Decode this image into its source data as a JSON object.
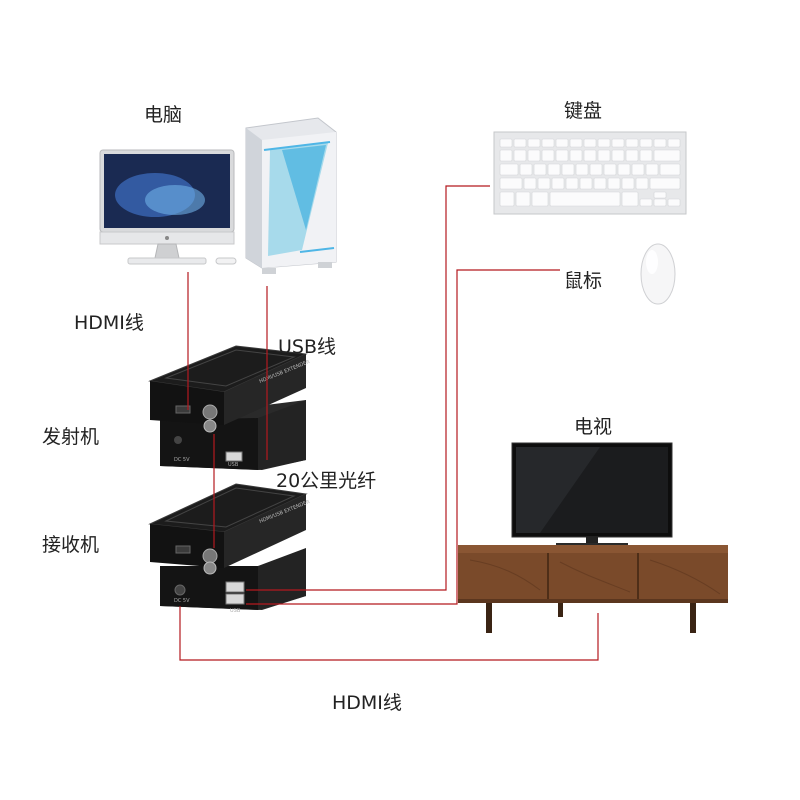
{
  "labels": {
    "computer": "电脑",
    "keyboard": "键盘",
    "mouse": "鼠标",
    "hdmi_cable_top": "HDMI线",
    "usb_cable": "USB线",
    "transmitter": "发射机",
    "tv": "电视",
    "fiber": "20公里光纤",
    "receiver": "接收机",
    "hdmi_cable_bottom": "HDMI线"
  },
  "device_text": {
    "brand": "HDMI/USB EXTENDER",
    "port_dc": "DC 5V",
    "port_usb": "USB"
  },
  "colors": {
    "cable": "#b3191f",
    "device_body": "#1f1f1f",
    "wood": "#7a4a2a",
    "wood_dark": "#5b361e"
  }
}
